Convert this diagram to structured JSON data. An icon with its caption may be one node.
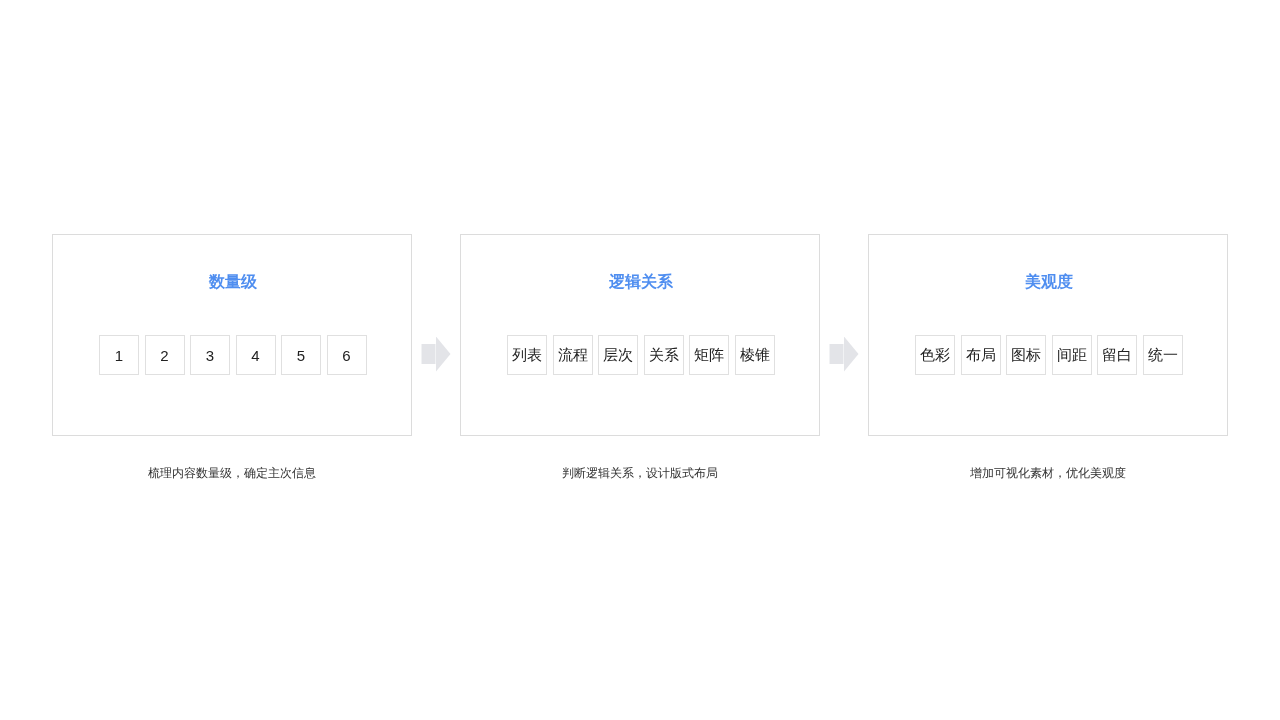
{
  "diagram": {
    "nodes": [
      {
        "text": [
          "数量级"
        ],
        "beside": [
          "梳理内容数量级，确定主次信息"
        ]
      },
      {
        "text": [
          "1"
        ],
        "in": 0
      },
      {
        "text": [
          "2"
        ],
        "in": 0
      },
      {
        "text": [
          "3"
        ],
        "in": 0
      },
      {
        "text": [
          "4"
        ],
        "in": 0
      },
      {
        "text": [
          "5"
        ],
        "in": 0
      },
      {
        "text": [
          "6"
        ],
        "in": 0
      },
      {
        "text": [
          "逻辑关系"
        ],
        "beside": [
          "判断逻辑关系，设计版式布局"
        ]
      },
      {
        "text": [
          "列表"
        ],
        "in": 7
      },
      {
        "text": [
          "流程"
        ],
        "in": 7
      },
      {
        "text": [
          "层次"
        ],
        "in": 7
      },
      {
        "text": [
          "关系"
        ],
        "in": 7
      },
      {
        "text": [
          "矩阵"
        ],
        "in": 7
      },
      {
        "text": [
          "棱锥"
        ],
        "in": 7
      },
      {
        "text": [
          "美观度"
        ],
        "beside": [
          "增加可视化素材，优化美观度"
        ]
      },
      {
        "text": [
          "色彩"
        ],
        "in": 14
      },
      {
        "text": [
          "布局"
        ],
        "in": 14
      },
      {
        "text": [
          "图标"
        ],
        "in": 14
      },
      {
        "text": [
          "间距"
        ],
        "in": 14
      },
      {
        "text": [
          "留白"
        ],
        "in": 14
      },
      {
        "text": [
          "统一"
        ],
        "in": 14
      }
    ],
    "edges": [
      {
        "from": 0,
        "to": 7,
        "arrow": "to"
      },
      {
        "from": 7,
        "to": 14,
        "arrow": "to"
      }
    ]
  }
}
